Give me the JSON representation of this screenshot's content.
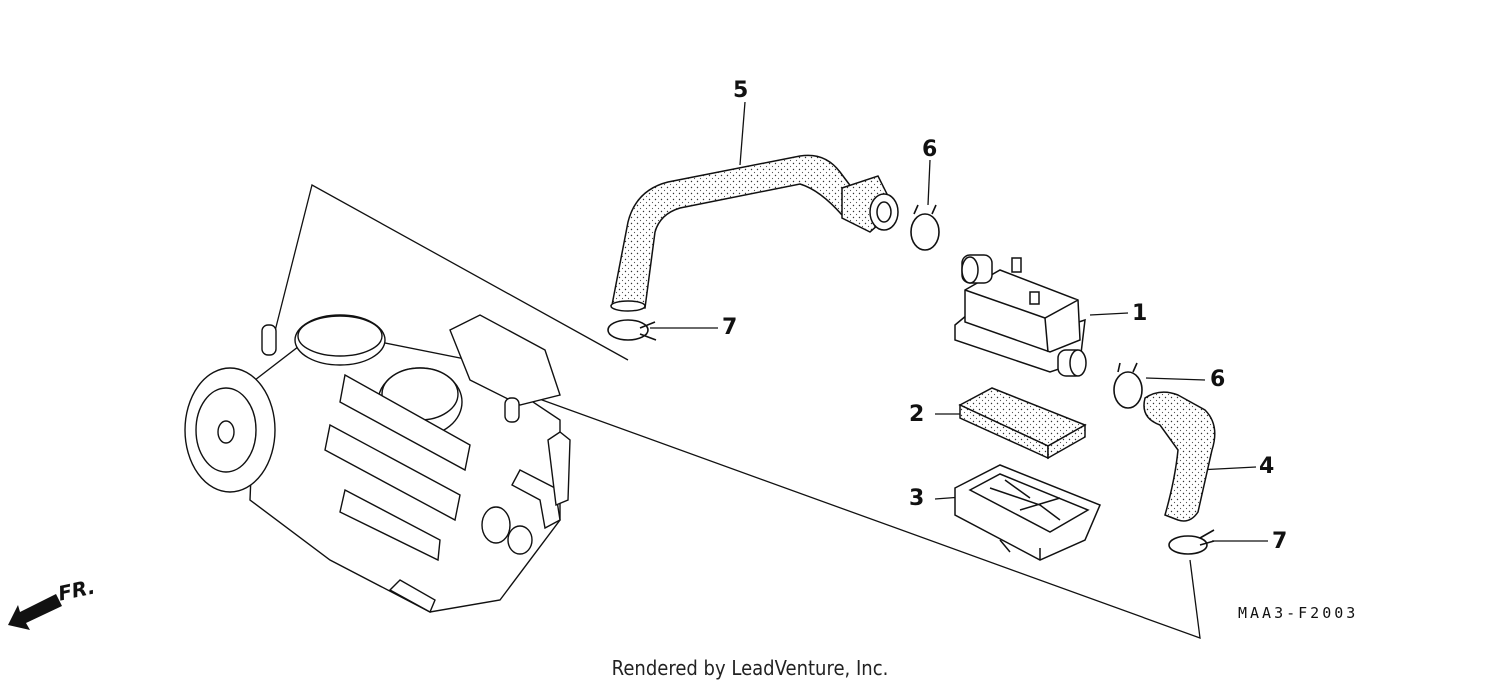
{
  "diagram": {
    "callouts": [
      {
        "id": "1",
        "text": "1"
      },
      {
        "id": "2",
        "text": "2"
      },
      {
        "id": "3",
        "text": "3"
      },
      {
        "id": "4",
        "text": "4"
      },
      {
        "id": "5",
        "text": "5"
      },
      {
        "id": "6a",
        "text": "6"
      },
      {
        "id": "6b",
        "text": "6"
      },
      {
        "id": "7a",
        "text": "7"
      },
      {
        "id": "7b",
        "text": "7"
      }
    ],
    "direction_label": "FR.",
    "drawing_code": "MAA3-F2003",
    "credit": "Rendered by LeadVenture, Inc."
  },
  "colors": {
    "ink": "#111111",
    "background": "#ffffff"
  },
  "icons": {
    "direction": "front-arrow-icon"
  }
}
